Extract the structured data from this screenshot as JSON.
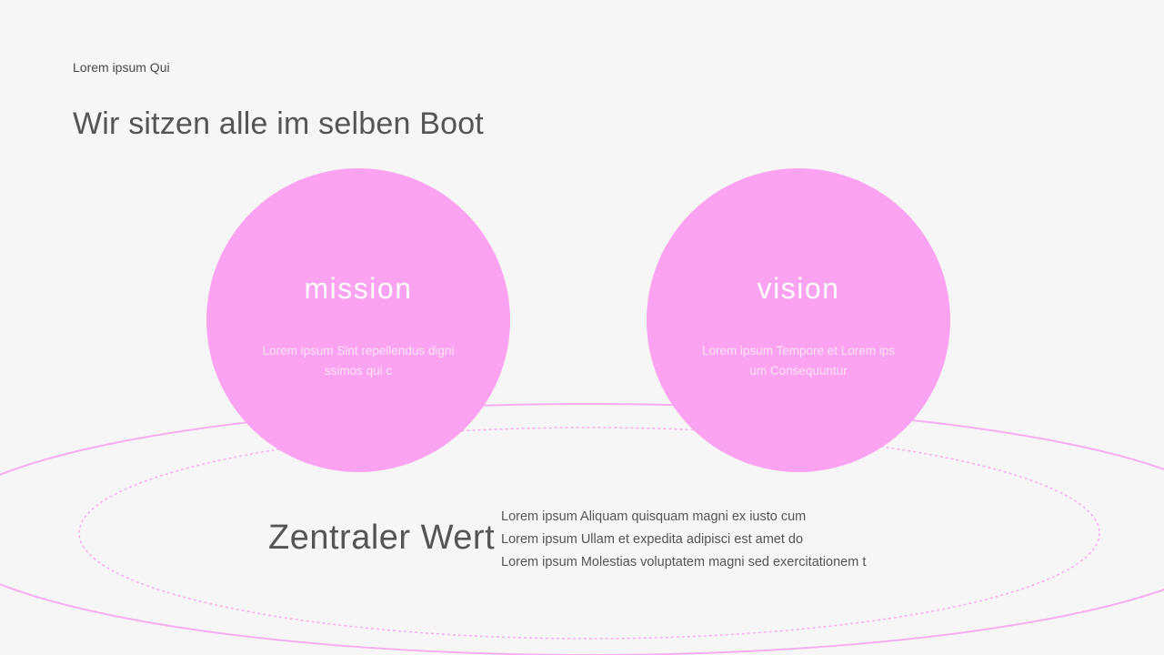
{
  "colors": {
    "background": "#f7f6f7",
    "accent": "#fba3f0",
    "ellipse_stroke": "#f6aeee",
    "text_dark": "#555555",
    "circle_text": "#fde4f8"
  },
  "header": {
    "subtitle": "Lorem ipsum Qui",
    "title": "Wir sitzen alle im selben Boot"
  },
  "circles": [
    {
      "heading": "mission",
      "text": "Lorem ipsum Sint repellendus dignissimos qui c"
    },
    {
      "heading": "vision",
      "text": "Lorem ipsum Tempore et Lorem ipsum Consequuntur"
    }
  ],
  "core": {
    "label": "Zentraler Wert",
    "lines": [
      "Lorem ipsum Aliquam quisquam magni ex iusto cum",
      "Lorem ipsum Ullam et expedita adipisci est amet do",
      "Lorem ipsum Molestias voluptatem magni sed exercitationem t"
    ]
  }
}
